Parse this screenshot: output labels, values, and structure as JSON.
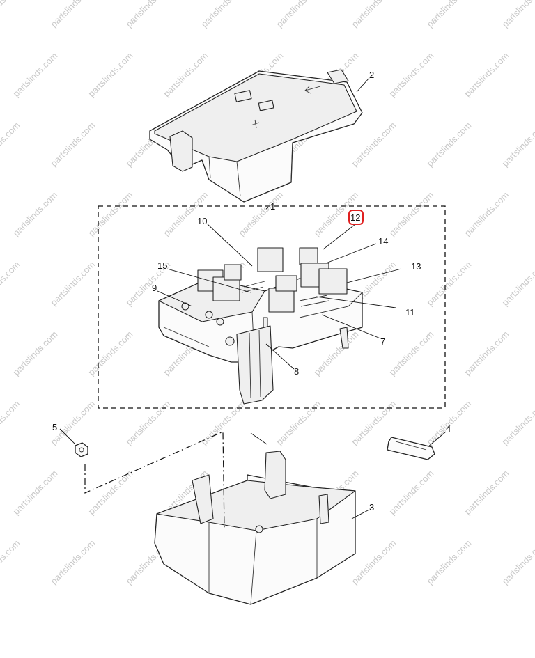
{
  "callouts": {
    "c1": "1",
    "c2": "2",
    "c3": "3",
    "c4": "4",
    "c5": "5",
    "c7": "7",
    "c8": "8",
    "c9": "9",
    "c10": "10",
    "c11": "11",
    "c12": "12",
    "c13": "13",
    "c14": "14",
    "c15": "15"
  },
  "watermark": "partslinds.com",
  "highlight_color": "#e02020"
}
